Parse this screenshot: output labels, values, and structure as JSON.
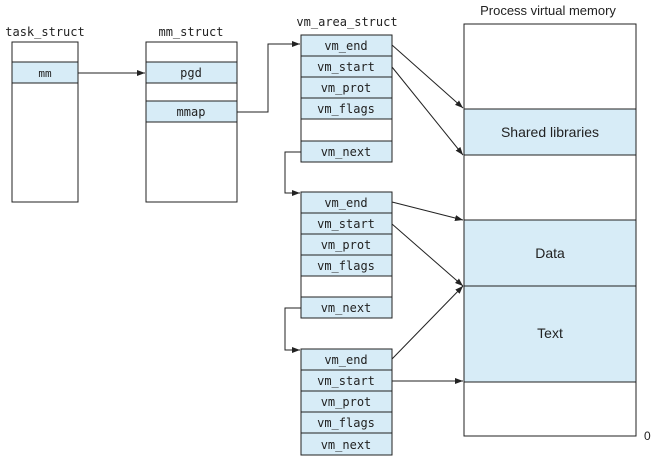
{
  "colors": {
    "field_fill": "#d7ecf7",
    "stroke": "#222222",
    "background": "#ffffff"
  },
  "task_struct": {
    "title": "task_struct",
    "fields": [
      "mm"
    ]
  },
  "mm_struct": {
    "title": "mm_struct",
    "fields": [
      "pgd",
      "mmap"
    ]
  },
  "vm_area_struct": {
    "title": "vm_area_struct",
    "areas": [
      {
        "fields": [
          "vm_end",
          "vm_start",
          "vm_prot",
          "vm_flags",
          "vm_next"
        ]
      },
      {
        "fields": [
          "vm_end",
          "vm_start",
          "vm_prot",
          "vm_flags",
          "vm_next"
        ]
      },
      {
        "fields": [
          "vm_end",
          "vm_start",
          "vm_prot",
          "vm_flags",
          "vm_next"
        ]
      }
    ]
  },
  "process_memory": {
    "title": "Process virtual memory",
    "regions": [
      "Shared libraries",
      "Data",
      "Text"
    ],
    "zero_label": "0"
  }
}
